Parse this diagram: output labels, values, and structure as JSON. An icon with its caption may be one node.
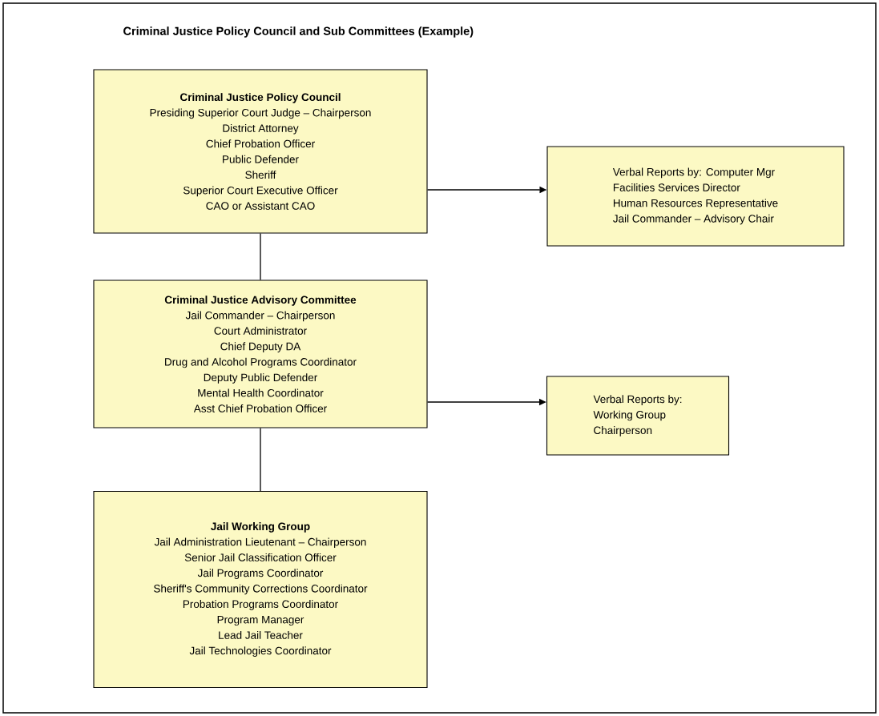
{
  "diagram": {
    "title": "Criminal Justice Policy Council and Sub Committees (Example)",
    "nodes": [
      {
        "text": [
          "Criminal Justice Policy Council",
          "Presiding Superior Court Judge – Chairperson",
          "District Attorney",
          "Chief Probation Officer",
          "Public Defender",
          "Sheriff",
          "Superior Court Executive Officer",
          "CAO or Assistant CAO"
        ]
      },
      {
        "text": [
          "Verbal Reports by: Computer Mgr",
          "Facilities Services Director",
          "Human Resources Representative",
          "Jail Commander – Advisory Chair"
        ]
      },
      {
        "text": [
          "Criminal Justice Advisory Committee",
          "Jail Commander – Chairperson",
          "Court Administrator",
          "Chief Deputy DA",
          "Drug and Alcohol Programs Coordinator",
          "Deputy Public Defender",
          "Mental Health Coordinator",
          "Asst Chief Probation Officer"
        ]
      },
      {
        "text": [
          "Verbal Reports by:",
          "Working Group",
          "Chairperson"
        ]
      },
      {
        "text": [
          "Jail Working Group",
          "Jail Administration Lieutenant – Chairperson",
          "Senior Jail Classification Officer",
          "Jail Programs Coordinator",
          "Sheriff's Community Corrections Coordinator",
          "Probation Programs Coordinator",
          "Program Manager",
          "Lead Jail Teacher",
          "Jail Technologies Coordinator"
        ]
      }
    ],
    "edges": [
      {
        "from": 0,
        "to": 1,
        "arrow": "to"
      },
      {
        "from": 0,
        "to": 2,
        "arrow": "none"
      },
      {
        "from": 2,
        "to": 3,
        "arrow": "to"
      },
      {
        "from": 2,
        "to": 4,
        "arrow": "none"
      }
    ]
  }
}
